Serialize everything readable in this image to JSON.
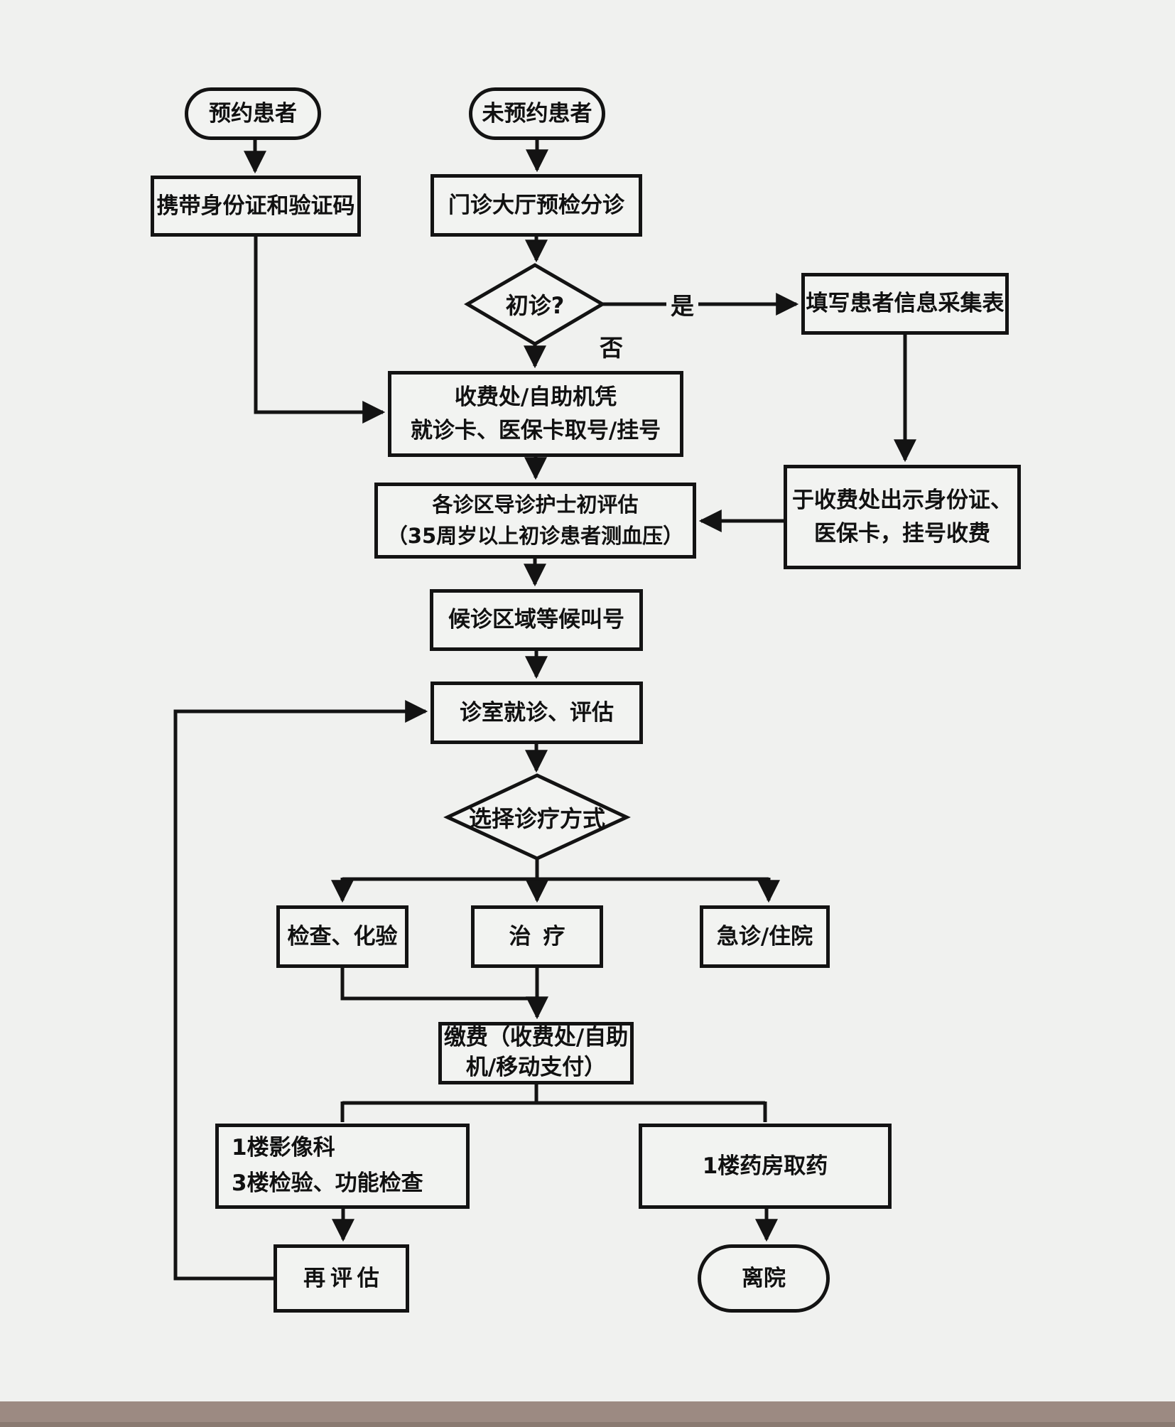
{
  "flow": {
    "title_hint": "outpatient-visit-flowchart",
    "nodes": {
      "start_booked": {
        "label": "预约患者"
      },
      "start_walkin": {
        "label": "未预约患者"
      },
      "bring_id": {
        "label": "携带身份证和验证码"
      },
      "triage": {
        "label": "门诊大厅预检分诊"
      },
      "first_visit": {
        "label": "初诊?"
      },
      "fill_form": {
        "label": "填写患者信息采集表"
      },
      "register": {
        "lines": [
          "收费处/自助机凭",
          "就诊卡、医保卡取号/挂号"
        ]
      },
      "nurse_assess": {
        "lines": [
          "各诊区导诊护士初评估",
          "（35周岁以上初诊患者测血压）"
        ]
      },
      "pay_register": {
        "lines": [
          "于收费处出示身份证、",
          "医保卡，挂号收费"
        ]
      },
      "wait_area": {
        "label": "候诊区域等候叫号"
      },
      "consult": {
        "label": "诊室就诊、评估"
      },
      "choose": {
        "label": "选择诊疗方式"
      },
      "exam": {
        "label": "检查、化验"
      },
      "treat": {
        "label": "治疗"
      },
      "emergency": {
        "label": "急诊/住院"
      },
      "pay": {
        "lines": [
          "缴费（收费处/自助",
          "机/移动支付）"
        ]
      },
      "imaging": {
        "lines": [
          "1楼影像科",
          "3楼检验、功能检查"
        ]
      },
      "pharmacy": {
        "label": "1楼药房取药"
      },
      "reassess": {
        "label": "再评估"
      },
      "leave": {
        "label": "离院"
      }
    },
    "edge_labels": {
      "yes": "是",
      "no": "否"
    },
    "colors": {
      "background": "#f0f1ef",
      "node_fill": "#f2f3f1",
      "stroke": "#131313",
      "text": "#111111",
      "footer_bar": "#9c8a82",
      "footer_edge": "#8a7a71"
    }
  }
}
